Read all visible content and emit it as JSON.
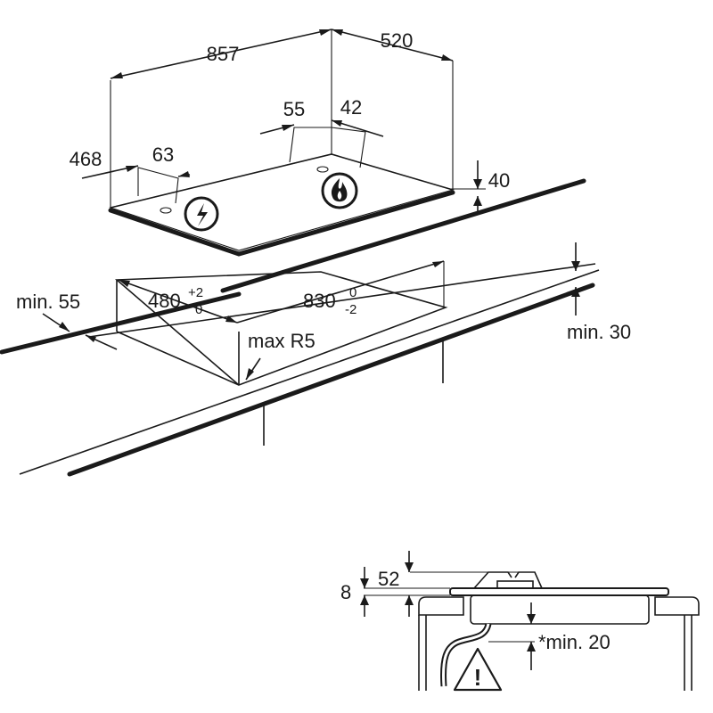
{
  "hob_dimensions": {
    "width": "857",
    "depth": "520",
    "height": "40",
    "left_offset": "468",
    "knob_offset": "63",
    "burner_offset_left": "55",
    "burner_offset_right": "42"
  },
  "cutout_dimensions": {
    "depth": "480",
    "depth_tol_plus": "+2",
    "depth_tol_minus": "0",
    "width": "830",
    "width_tol_plus": "0",
    "width_tol_minus": "-2",
    "corner_radius": "max R5",
    "min_edge": "min. 55",
    "min_thickness": "min. 30"
  },
  "section_dimensions": {
    "gap_top": "52",
    "gap_side": "8",
    "min_below": "*min. 20",
    "warning_symbol": "!"
  },
  "icons": [
    "electric-connection-icon",
    "gas-flame-icon",
    "warning-triangle-icon"
  ]
}
